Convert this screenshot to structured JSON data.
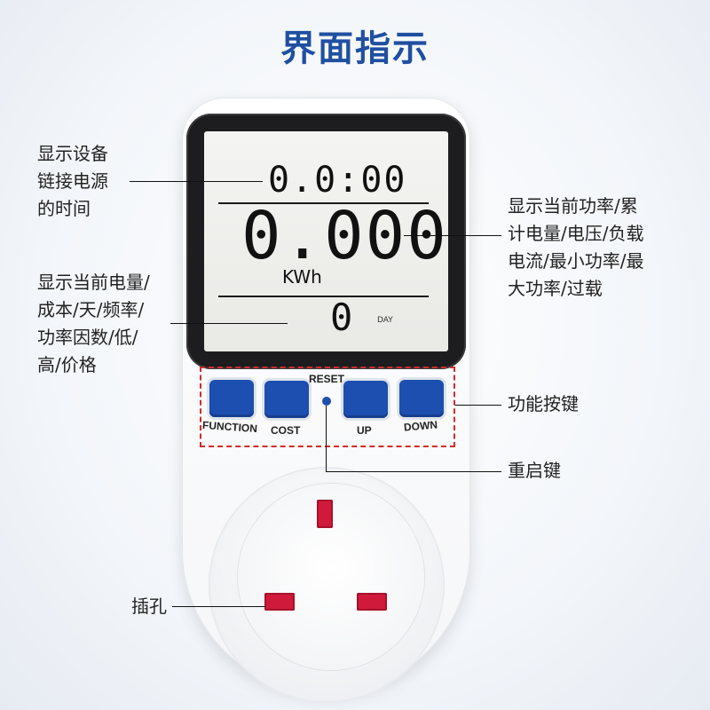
{
  "title": "界面指示",
  "lcd": {
    "time": "0.0:00",
    "main": "0.000",
    "unit": "KWh",
    "day_value": "0",
    "day_label": "DAY"
  },
  "buttons": [
    {
      "label": "FUNCTION"
    },
    {
      "label": "COST"
    },
    {
      "label": "UP"
    },
    {
      "label": "DOWN"
    }
  ],
  "reset_label": "RESET",
  "annotations": {
    "time_lines": [
      "显示设备",
      "链接电源",
      "的时间"
    ],
    "power_lines": [
      "显示当前功率/累",
      "计电量/电压/负载",
      "电流/最小功率/最",
      "大功率/过载"
    ],
    "energy_lines": [
      "显示当前电量/",
      "成本/天/频率/",
      "功率因数/低/",
      "高/价格"
    ],
    "function_keys": "功能按键",
    "reset_key": "重启键",
    "socket": "插孔"
  },
  "colors": {
    "title": "#1f4fa0",
    "button": "#1c4fb0",
    "dashed_box": "#d22b2b",
    "pin": "#d01a3c"
  }
}
